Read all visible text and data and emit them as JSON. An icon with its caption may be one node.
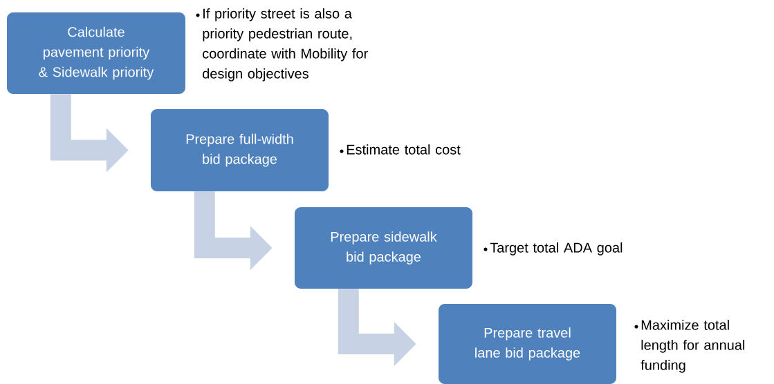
{
  "diagram": {
    "nodes": [
      {
        "text": [
          "Calculate pavement priority & Sidewalk priority"
        ],
        "beside": [
          "If priority street is also a priority pedestrian route, coordinate with Mobility for design objectives"
        ]
      },
      {
        "text": [
          "Prepare full-width bid package"
        ],
        "beside": [
          "Estimate total cost"
        ]
      },
      {
        "text": [
          "Prepare sidewalk bid package"
        ],
        "beside": [
          "Target total ADA goal"
        ]
      },
      {
        "text": [
          "Prepare travel lane bid package"
        ],
        "beside": [
          "Maximize total length for annual funding"
        ]
      }
    ],
    "edges": [
      {
        "from": 0,
        "to": 1,
        "arrow": "to"
      },
      {
        "from": 1,
        "to": 2,
        "arrow": "to"
      },
      {
        "from": 2,
        "to": 3,
        "arrow": "to"
      }
    ]
  }
}
